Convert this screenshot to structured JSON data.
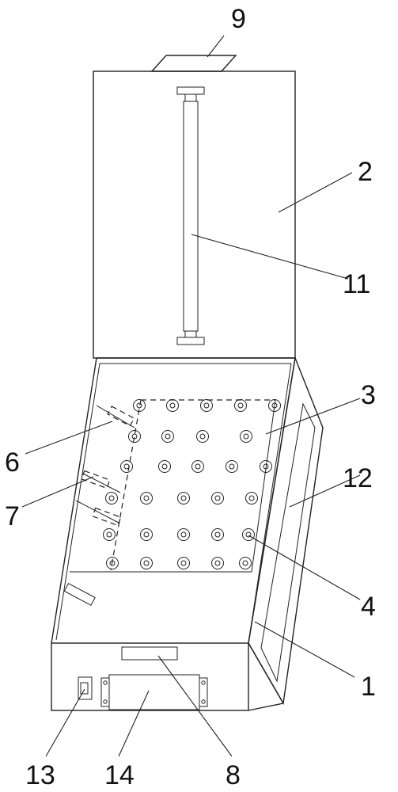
{
  "labels": {
    "l1": "1",
    "l2": "2",
    "l3": "3",
    "l4": "4",
    "l6": "6",
    "l7": "7",
    "l8": "8",
    "l9": "9",
    "l11": "11",
    "l12": "12",
    "l13": "13",
    "l14": "14"
  }
}
